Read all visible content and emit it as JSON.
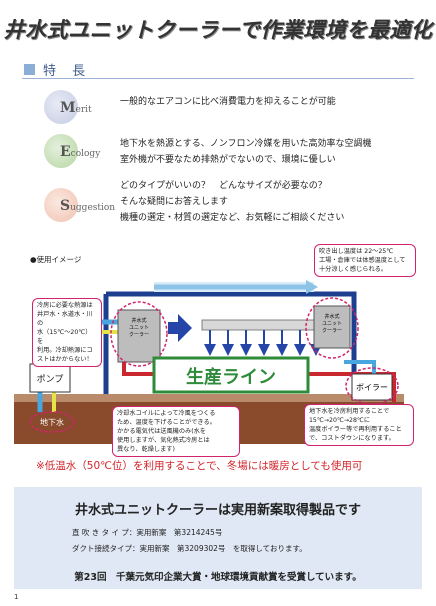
{
  "header": {
    "title": "井水式ユニットクーラーで作業環境を最適化"
  },
  "section": {
    "label": "特 長"
  },
  "features": [
    {
      "cap": "M",
      "rest": "erit",
      "color": "#d6dbeb",
      "lines": [
        "一般的なエアコンに比べ消費電力を抑えることが可能"
      ]
    },
    {
      "cap": "E",
      "rest": "cology",
      "color": "#cfe4c2",
      "lines": [
        "地下水を熱源とする、ノンフロン冷媒を用いた高効率な空調機",
        "室外機が不要なため排熱がでないので、環境に優しい"
      ]
    },
    {
      "cap": "S",
      "rest": "uggestion",
      "color": "#f6d7cc",
      "lines": [
        "どのタイプがいいの？　どんなサイズが必要なの？",
        "そんな疑問にお答えします",
        "機種の選定・材質の選定など、お気軽にご相談ください"
      ]
    }
  ],
  "diagram": {
    "label": "●使用イメージ",
    "callout_left": [
      "冷房に必要な熱源は",
      "井戸水・水道水・川の",
      "水（15℃～20℃）を",
      "利用。冷却熱源にコ",
      "ストはかからない！"
    ],
    "callout_top_right": [
      "吹き出し温度は 22～25℃",
      "工場・倉庫では体感温度として",
      "十分涼しく感じられる。"
    ],
    "callout_bottom_mid": [
      "冷却水コイルによって冷風をつくる",
      "ため、温度を下げることができる。",
      "かかる電気代は送風機のみ(水を",
      "使用しますが、気化熱式冷房とは",
      "異なり、乾燥します)"
    ],
    "callout_bottom_right": [
      "地下水を冷房利用することで",
      "15℃→20℃→28℃に",
      "温度ボイラー等で再利用すること",
      "で、コストダウンになります。"
    ],
    "unit_label": [
      "井水式",
      "ユニット",
      "クーラー"
    ],
    "pump_label": "ポンプ",
    "groundwater_label": "地下水",
    "boiler_label": "ボイラー",
    "line_label": "生産ライン"
  },
  "note": "※低温水（50℃位）を利用することで、冬場には暖房としても使用可",
  "bottom": {
    "title": "井水式ユニットクーラーは実用新案取得製品です",
    "line1": "直 吹 き タ イ プ：実用新案　第3214245号",
    "line2": "ダクト接続タイプ：実用新案　第3209302号　を取得しております。",
    "award": "第23回　千葉元気印企業大賞・地球環境貢献賞を受賞しています。"
  },
  "page_number": "1"
}
